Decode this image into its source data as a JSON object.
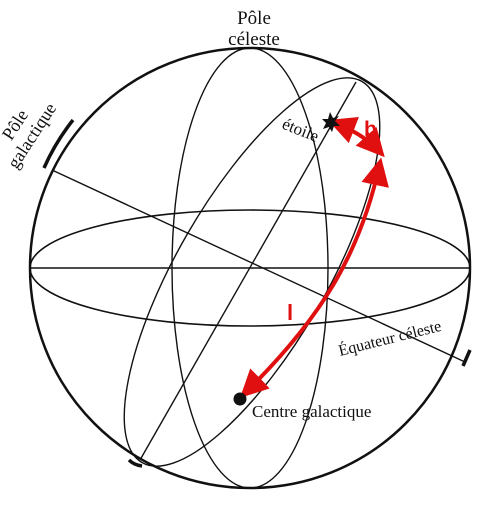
{
  "labels": {
    "celestial_pole": [
      "Pôle",
      "céleste"
    ],
    "galactic_pole": [
      "Pôle",
      "galactique"
    ],
    "star": "étoile",
    "latitude": "b",
    "longitude": "l",
    "celestial_equator": "Équateur céleste",
    "galactic_center": "Centre galactique"
  },
  "colors": {
    "lines": "#111111",
    "arrows": "#e01010",
    "background": "#ffffff"
  }
}
